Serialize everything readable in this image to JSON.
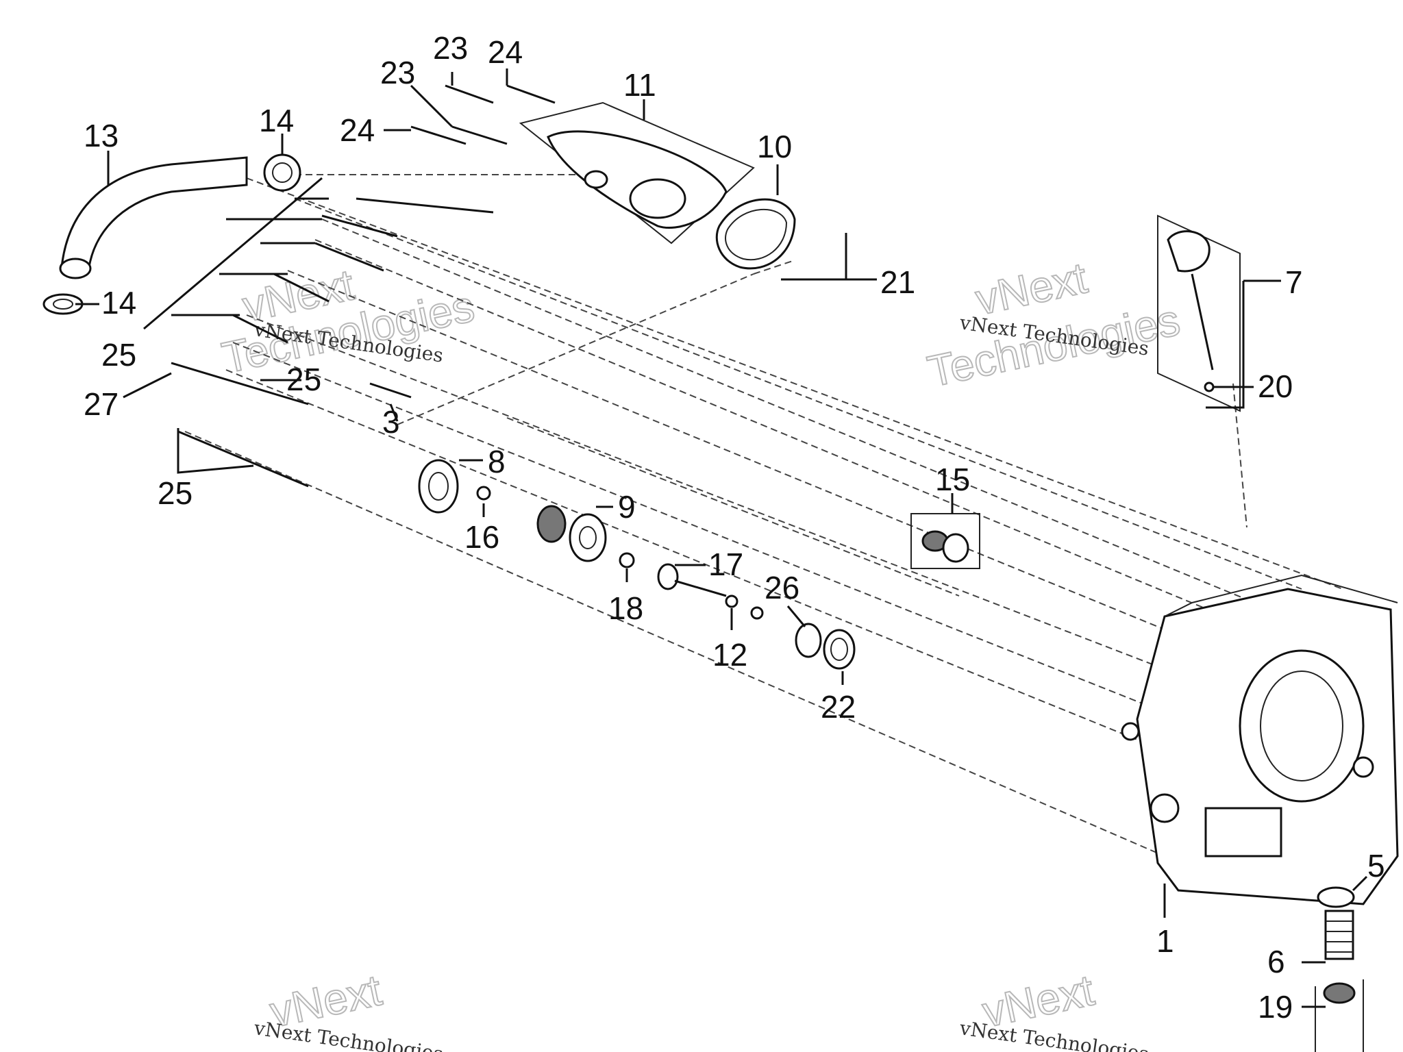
{
  "callouts": {
    "c23a": "23",
    "c24a": "24",
    "c23b": "23",
    "c11": "11",
    "c13": "13",
    "c14a": "14",
    "c24b": "24",
    "c10": "10",
    "c21": "21",
    "c14b": "14",
    "c25a": "25",
    "c27": "27",
    "c25b": "25",
    "c3": "3",
    "c8": "8",
    "c25c": "25",
    "c16": "16",
    "c9": "9",
    "c7": "7",
    "c20": "20",
    "c15": "15",
    "c17": "17",
    "c26": "26",
    "c18": "18",
    "c12": "12",
    "c22": "22",
    "c5": "5",
    "c1": "1",
    "c6": "6",
    "c19": "19"
  },
  "watermarks": {
    "brand_a": "vNext Technologies",
    "brand_b_top": "vNext",
    "brand_b_bottom": "Technologies"
  },
  "colors": {
    "ink": "#111111",
    "background": "#ffffff",
    "watermark": "#b8b8b8"
  }
}
